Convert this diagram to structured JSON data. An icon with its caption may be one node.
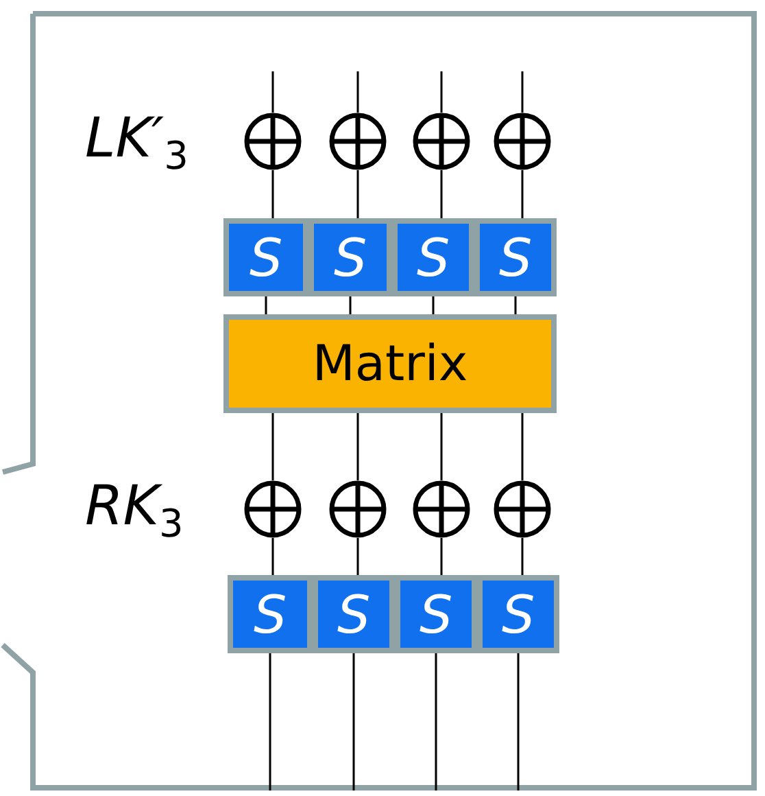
{
  "diagram": {
    "nodes": [
      {
        "text": [],
        "shape": "box"
      },
      {
        "text": [],
        "shape": "circle",
        "in": 0
      },
      {
        "text": [],
        "shape": "circle",
        "in": 0
      },
      {
        "text": [],
        "shape": "circle",
        "in": 0
      },
      {
        "text": [],
        "shape": "circle",
        "in": 0
      },
      {
        "text": [
          "S"
        ],
        "in": 0
      },
      {
        "text": [
          "S"
        ],
        "in": 0
      },
      {
        "text": [
          "S"
        ],
        "in": 0
      },
      {
        "text": [
          "S"
        ],
        "in": 0
      },
      {
        "text": [
          "Matrix"
        ],
        "in": 0
      },
      {
        "text": [],
        "shape": "circle",
        "in": 0
      },
      {
        "text": [],
        "shape": "circle",
        "in": 0
      },
      {
        "text": [],
        "shape": "circle",
        "in": 0
      },
      {
        "text": [],
        "shape": "circle",
        "in": 0
      },
      {
        "text": [
          "S"
        ],
        "in": 0
      },
      {
        "text": [
          "S"
        ],
        "in": 0
      },
      {
        "text": [
          "S"
        ],
        "in": 0
      },
      {
        "text": [
          "S"
        ],
        "in": 0
      }
    ],
    "edges": [
      {
        "from": null,
        "to": 1,
        "arrow": "none"
      },
      {
        "from": null,
        "to": 2,
        "arrow": "none"
      },
      {
        "from": null,
        "to": 3,
        "arrow": "none"
      },
      {
        "from": null,
        "to": 4,
        "arrow": "none"
      },
      {
        "from": 1,
        "to": 5,
        "arrow": "none"
      },
      {
        "from": 2,
        "to": 6,
        "arrow": "none"
      },
      {
        "from": 3,
        "to": 7,
        "arrow": "none"
      },
      {
        "from": 4,
        "to": 8,
        "arrow": "none"
      },
      {
        "from": 5,
        "to": 9,
        "arrow": "none"
      },
      {
        "from": 6,
        "to": 9,
        "arrow": "none"
      },
      {
        "from": 7,
        "to": 9,
        "arrow": "none"
      },
      {
        "from": 8,
        "to": 9,
        "arrow": "none"
      },
      {
        "from": 9,
        "to": 10,
        "arrow": "none"
      },
      {
        "from": 9,
        "to": 11,
        "arrow": "none"
      },
      {
        "from": 9,
        "to": 12,
        "arrow": "none"
      },
      {
        "from": 9,
        "to": 13,
        "arrow": "none"
      },
      {
        "from": 10,
        "to": 14,
        "arrow": "none"
      },
      {
        "from": 11,
        "to": 15,
        "arrow": "none"
      },
      {
        "from": 12,
        "to": 16,
        "arrow": "none"
      },
      {
        "from": 13,
        "to": 17,
        "arrow": "none"
      },
      {
        "from": 14,
        "to": null,
        "arrow": "none"
      },
      {
        "from": 15,
        "to": null,
        "arrow": "none"
      },
      {
        "from": 16,
        "to": null,
        "arrow": "none"
      },
      {
        "from": 17,
        "to": null,
        "arrow": "none"
      }
    ],
    "labels": [
      "*LK′*$_{3}$",
      "*RK*$_{3}$"
    ]
  }
}
